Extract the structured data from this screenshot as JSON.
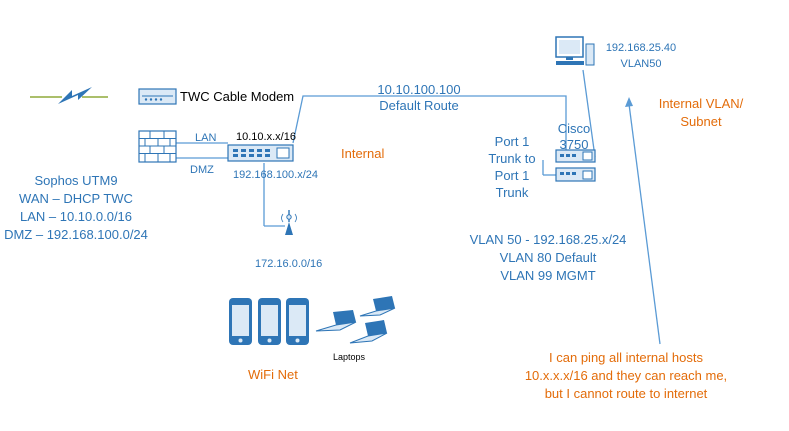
{
  "colors": {
    "text_blue": "#2e75b6",
    "text_orange": "#e36c0a",
    "line_blue": "#5b9bd5",
    "device_fill": "#dbe9f6",
    "device_stroke": "#2e75b6"
  },
  "labels": {
    "cable_modem": "TWC Cable Modem",
    "lan": "LAN",
    "dmz": "DMZ",
    "sophos": [
      "Sophos UTM9",
      "WAN – DHCP TWC",
      "LAN – 10.10.0.0/16",
      "DMZ – 192.168.100.0/24"
    ],
    "switch_subnet": "10.10.x.x/16",
    "dmz_subnet": "192.168.100.x/24",
    "wifi_subnet": "172.16.0.0/16",
    "default_route": [
      "10.10.100.100",
      "Default Route"
    ],
    "internal": "Internal",
    "cisco": [
      "Cisco",
      "3750"
    ],
    "port_trunk": [
      "Port 1",
      "Trunk to",
      "Port 1",
      "Trunk"
    ],
    "pc": [
      "192.168.25.40",
      "VLAN50"
    ],
    "internal_vlan": [
      "Internal VLAN/",
      "Subnet"
    ],
    "vlans": [
      "VLAN 50 -  192.168.25.x/24",
      "VLAN 80 Default",
      "VLAN 99 MGMT"
    ],
    "laptops": "Laptops",
    "wifi_net": "WiFi Net",
    "note": [
      "I can ping all internal hosts",
      "10.x.x.x/16 and they can reach me,",
      "but I cannot route to internet"
    ]
  },
  "icons": [
    "lightning-icon",
    "modem-icon",
    "firewall-icon",
    "switch-icon",
    "access-point-icon",
    "cisco-switch-icon",
    "pc-icon",
    "phone-icon",
    "laptop-icon"
  ]
}
